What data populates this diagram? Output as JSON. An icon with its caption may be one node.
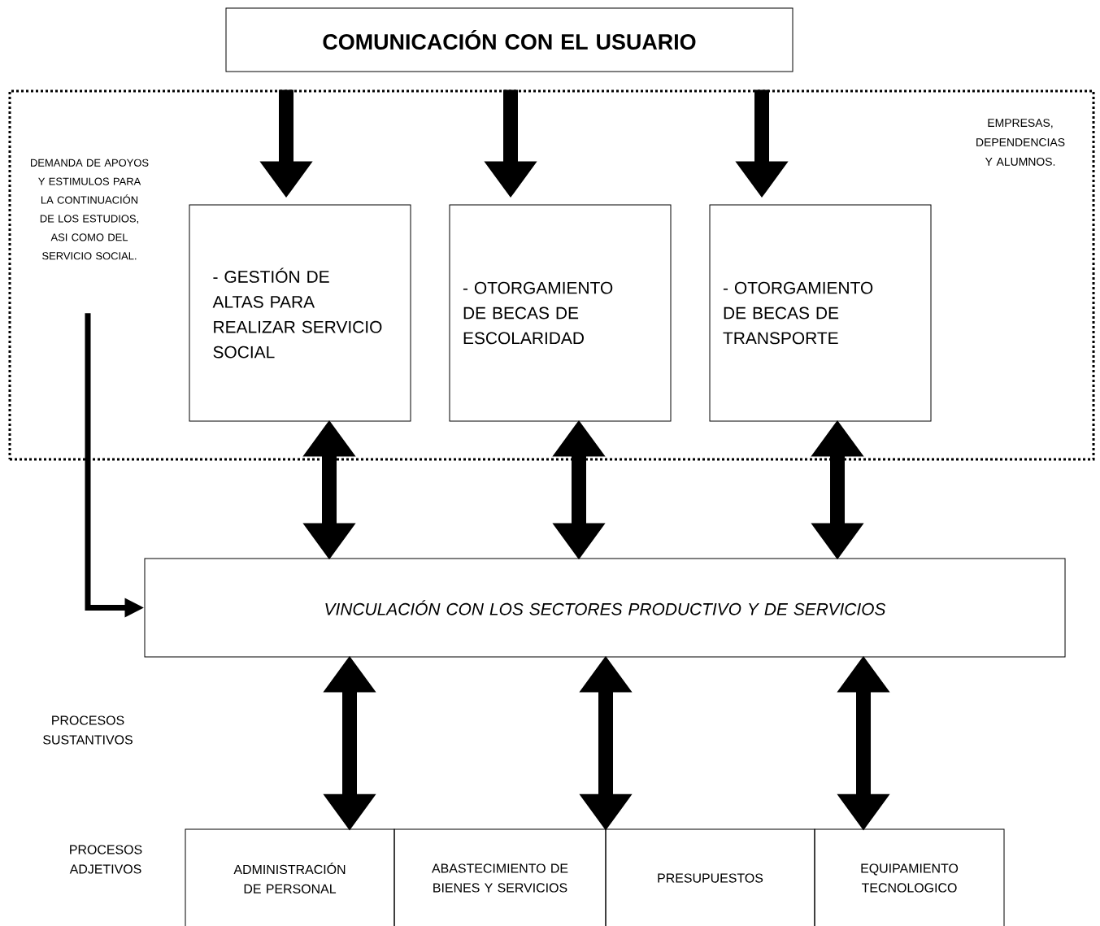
{
  "diagram": {
    "nodes": [
      {
        "text": [
          "COMUNICACIÓN CON EL USUARIO"
        ]
      },
      {
        "text": [
          "EMPRESAS, DEPENDENCIAS Y ALUMNOS."
        ]
      },
      {
        "text": [
          "DEMANDA DE APOYOS Y ESTIMULOS PARA LA CONTINUACIÓN DE LOS ESTUDIOS, ASI COMO DEL SERVICIO SOCIAL."
        ],
        "in": 1
      },
      {
        "text": [
          "- GESTIÓN DE ALTAS PARA REALIZAR SERVICIO SOCIAL"
        ],
        "in": 1
      },
      {
        "text": [
          "- OTORGAMIENTO DE BECAS DE ESCOLARIDAD"
        ],
        "in": 1
      },
      {
        "text": [
          "- OTORGAMIENTO DE BECAS DE TRANSPORTE"
        ],
        "in": 1
      },
      {
        "text": [
          "VINCULACIÓN CON LOS SECTORES PRODUCTIVO Y DE SERVICIOS"
        ]
      },
      {
        "text": [
          "ADMINISTRACIÓN DE PERSONAL"
        ]
      },
      {
        "text": [
          "ABASTECIMIENTO DE BIENES Y SERVICIOS"
        ]
      },
      {
        "text": [
          "PRESUPUESTOS"
        ]
      },
      {
        "text": [
          "EQUIPAMIENTO TECNOLOGICO"
        ]
      }
    ],
    "edges": [
      {
        "from": 0,
        "to": 3,
        "arrow": "to"
      },
      {
        "from": 0,
        "to": 4,
        "arrow": "to"
      },
      {
        "from": 0,
        "to": 5,
        "arrow": "to"
      },
      {
        "from": 3,
        "to": 6,
        "arrow": "both"
      },
      {
        "from": 4,
        "to": 6,
        "arrow": "both"
      },
      {
        "from": 5,
        "to": 6,
        "arrow": "both"
      },
      {
        "from": 6,
        "to": 7,
        "arrow": "both"
      },
      {
        "from": 6,
        "to": 8,
        "arrow": "both"
      },
      {
        "from": 6,
        "to": 10,
        "arrow": "both"
      },
      {
        "from": 2,
        "to": 6,
        "arrow": "to"
      }
    ],
    "labels": [
      "PROCESOS SUSTANTIVOS",
      "PROCESOS ADJETIVOS"
    ]
  }
}
